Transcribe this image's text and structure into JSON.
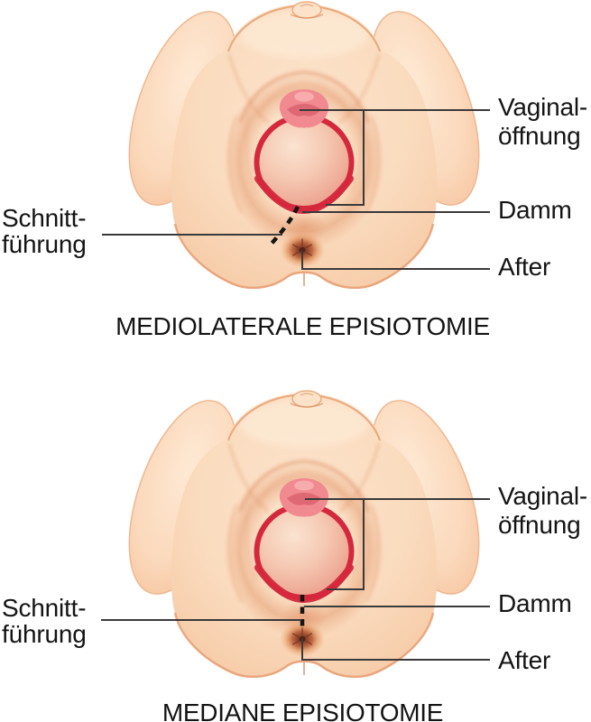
{
  "colors": {
    "background": "#FFFFFF",
    "skin": "#FBDDC2",
    "skin_light": "#FDE9D5",
    "skin_shadow": "#EFAD85",
    "outline": "#E59A70",
    "opening_red": "#D5283C",
    "frenulum_pink": "#F08A90",
    "head": "#F2B7A2",
    "head_highlight": "#F9DCC8",
    "anus_brown": "#9A4A30",
    "anus_dark": "#5F2B1D",
    "incision": "#151515",
    "leader": "#3A3A3A",
    "label_text": "#141414"
  },
  "diagrams": [
    {
      "title": "MEDIOLATERALE EPISIOTOMIE",
      "labels": {
        "vaginal_line1": "Vaginal-",
        "vaginal_line2": "öffnung",
        "damm": "Damm",
        "after": "After",
        "schnitt_line1": "Schnitt-",
        "schnitt_line2": "führung"
      }
    },
    {
      "title": "MEDIANE EPISIOTOMIE",
      "labels": {
        "vaginal_line1": "Vaginal-",
        "vaginal_line2": "öffnung",
        "damm": "Damm",
        "after": "After",
        "schnitt_line1": "Schnitt-",
        "schnitt_line2": "führung"
      }
    }
  ]
}
